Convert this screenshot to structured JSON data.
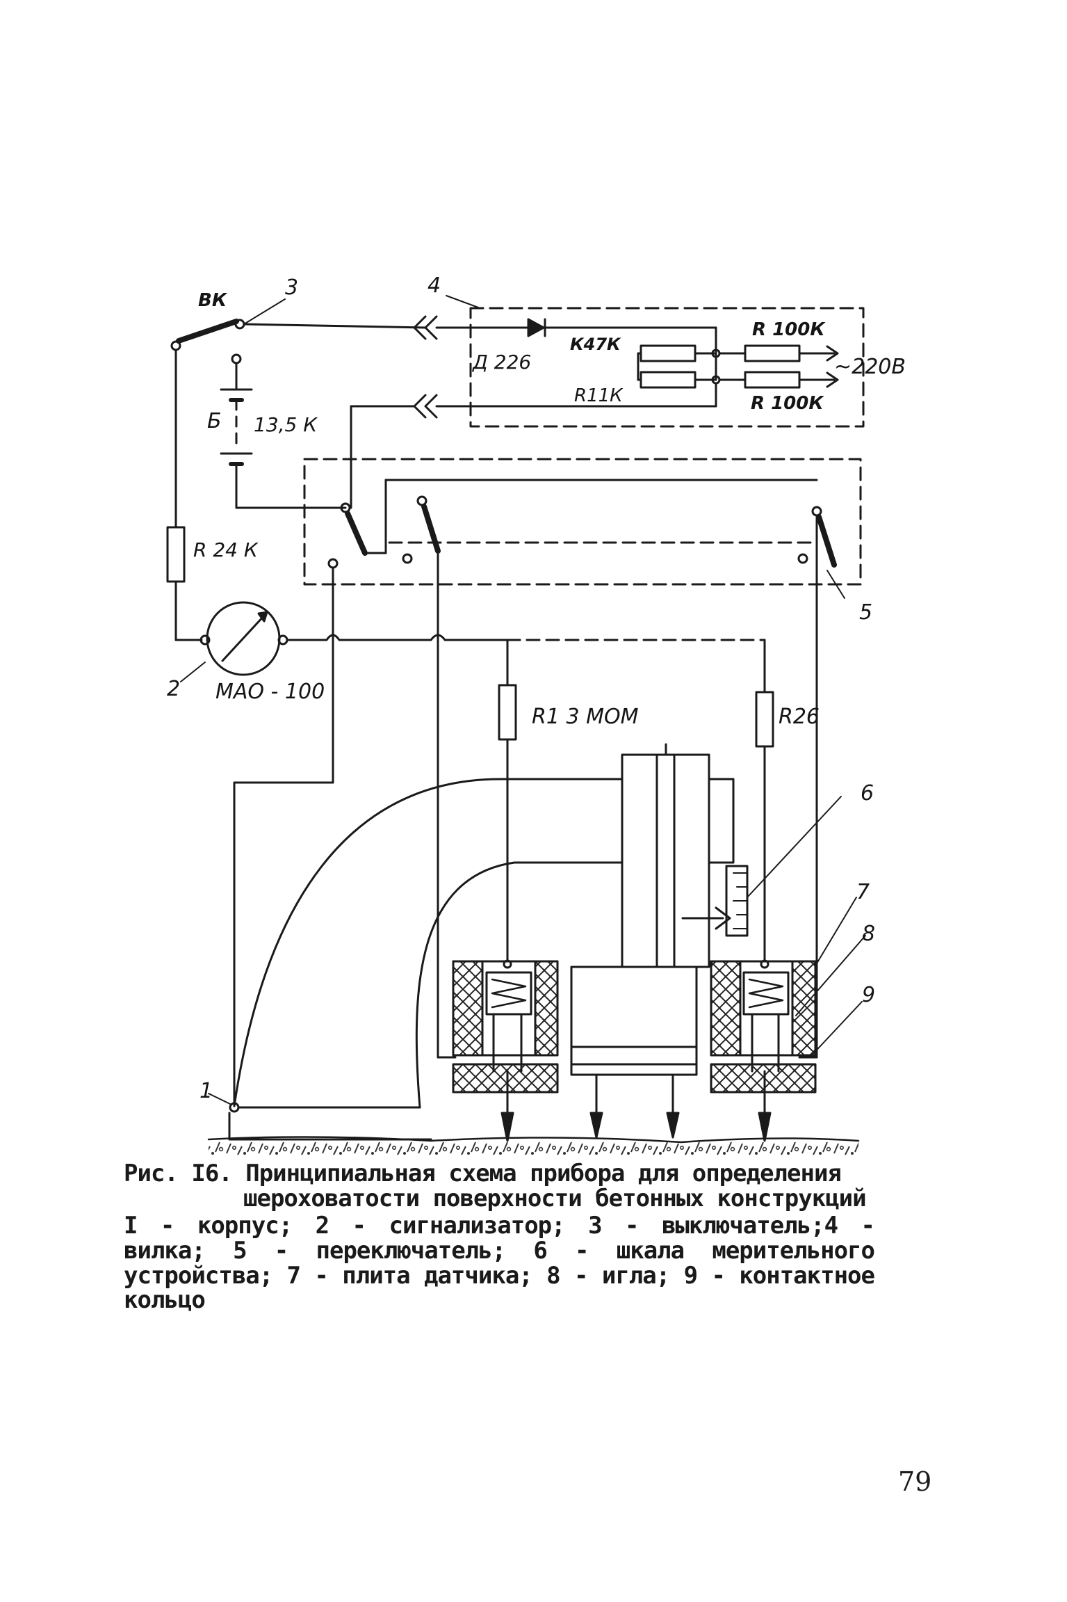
{
  "labels": {
    "item1": "1",
    "item2": "2",
    "item3": "3",
    "item4": "4",
    "item5": "5",
    "item6": "6",
    "item7": "7",
    "item8": "8",
    "item9": "9",
    "switch": "ВК",
    "battery": "Б",
    "battery_value": "13,5 К",
    "resistor_r24": "R 24 К",
    "meter": "МАО - 100",
    "resistor_r1": "R1 3 МОМ",
    "resistor_r26": "R26",
    "diode": "Д 226",
    "k47": "К47К",
    "r100_top": "R 100К",
    "r100_bottom": "R 100К",
    "r11": "R11К",
    "supply": "~220В"
  },
  "caption": {
    "title": "Рис. I6. Принципиальная схема прибора для определения",
    "subtitle": "шероховатости поверхности бетонных конструкций",
    "legend": "I - корпус; 2 - сигнализатор; 3 - выключатель;4 - вилка; 5 - переключатель; 6 - шкала мерительного устройства; 7 - плита датчика; 8 - игла; 9 - контактное кольцо"
  },
  "page_number": "79"
}
